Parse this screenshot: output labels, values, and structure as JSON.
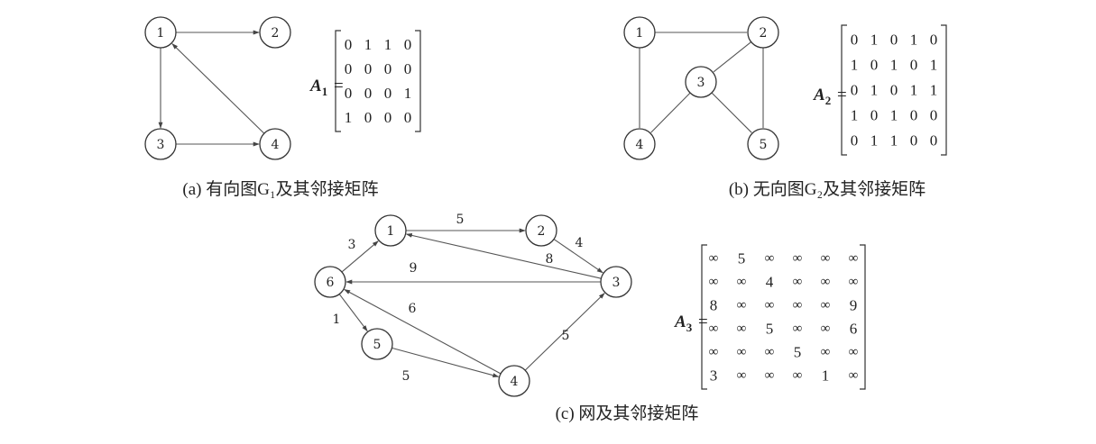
{
  "panels": [
    {
      "id": "a",
      "caption": "(a) 有向图G₁及其邻接矩阵",
      "matrix_name": "A",
      "matrix_sub": "1",
      "nodes": [
        "1",
        "2",
        "3",
        "4"
      ],
      "edges": [
        {
          "from": "1",
          "to": "2",
          "directed": true,
          "weight": ""
        },
        {
          "from": "1",
          "to": "3",
          "directed": true,
          "weight": ""
        },
        {
          "from": "3",
          "to": "4",
          "directed": true,
          "weight": ""
        },
        {
          "from": "4",
          "to": "1",
          "directed": true,
          "weight": ""
        }
      ],
      "matrix": [
        [
          "0",
          "1",
          "1",
          "0"
        ],
        [
          "0",
          "0",
          "0",
          "0"
        ],
        [
          "0",
          "0",
          "0",
          "1"
        ],
        [
          "1",
          "0",
          "0",
          "0"
        ]
      ]
    },
    {
      "id": "b",
      "caption": "(b) 无向图G₂及其邻接矩阵",
      "matrix_name": "A",
      "matrix_sub": "2",
      "nodes": [
        "1",
        "2",
        "3",
        "4",
        "5"
      ],
      "edges": [
        {
          "from": "1",
          "to": "2",
          "directed": false,
          "weight": ""
        },
        {
          "from": "1",
          "to": "4",
          "directed": false,
          "weight": ""
        },
        {
          "from": "2",
          "to": "3",
          "directed": false,
          "weight": ""
        },
        {
          "from": "2",
          "to": "5",
          "directed": false,
          "weight": ""
        },
        {
          "from": "3",
          "to": "4",
          "directed": false,
          "weight": ""
        },
        {
          "from": "3",
          "to": "5",
          "directed": false,
          "weight": ""
        }
      ],
      "matrix": [
        [
          "0",
          "1",
          "0",
          "1",
          "0"
        ],
        [
          "1",
          "0",
          "1",
          "0",
          "1"
        ],
        [
          "0",
          "1",
          "0",
          "1",
          "1"
        ],
        [
          "1",
          "0",
          "1",
          "0",
          "0"
        ],
        [
          "0",
          "1",
          "1",
          "0",
          "0"
        ]
      ]
    },
    {
      "id": "c",
      "caption": "(c) 网及其邻接矩阵",
      "matrix_name": "A",
      "matrix_sub": "3",
      "nodes": [
        "1",
        "2",
        "3",
        "4",
        "5",
        "6"
      ],
      "edges": [
        {
          "from": "1",
          "to": "2",
          "directed": true,
          "weight": "5"
        },
        {
          "from": "2",
          "to": "3",
          "directed": true,
          "weight": "4"
        },
        {
          "from": "3",
          "to": "1",
          "directed": true,
          "weight": "8"
        },
        {
          "from": "3",
          "to": "6",
          "directed": true,
          "weight": "9"
        },
        {
          "from": "6",
          "to": "1",
          "directed": true,
          "weight": "3"
        },
        {
          "from": "6",
          "to": "5",
          "directed": true,
          "weight": "1"
        },
        {
          "from": "5",
          "to": "4",
          "directed": true,
          "weight": "5"
        },
        {
          "from": "4",
          "to": "6",
          "directed": true,
          "weight": "6"
        },
        {
          "from": "4",
          "to": "3",
          "directed": true,
          "weight": "5"
        }
      ],
      "matrix": [
        [
          "∞",
          "5",
          "∞",
          "∞",
          "∞",
          "∞"
        ],
        [
          "∞",
          "∞",
          "4",
          "∞",
          "∞",
          "∞"
        ],
        [
          "8",
          "∞",
          "∞",
          "∞",
          "∞",
          "9"
        ],
        [
          "∞",
          "∞",
          "5",
          "∞",
          "∞",
          "6"
        ],
        [
          "∞",
          "∞",
          "∞",
          "5",
          "∞",
          "∞"
        ],
        [
          "3",
          "∞",
          "∞",
          "∞",
          "1",
          "∞"
        ]
      ]
    }
  ]
}
